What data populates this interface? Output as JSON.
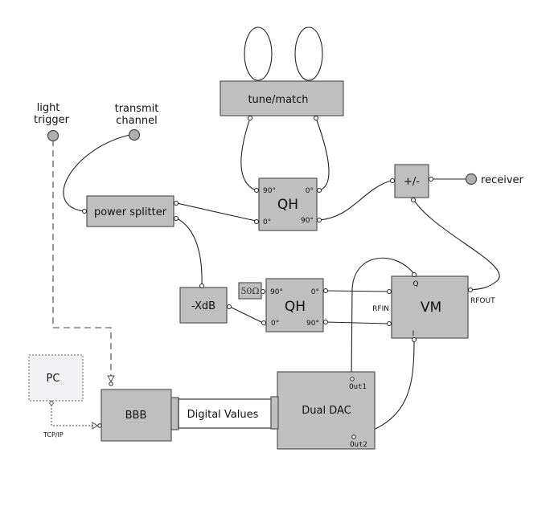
{
  "diagram": {
    "title": "",
    "blocks": {
      "tune_match": "tune/match",
      "qh_top": "QH",
      "qh_bottom": "QH",
      "power_splitter": "power splitter",
      "plus_minus": "+/-",
      "attenuator": "-XdB",
      "termination": "50Ω",
      "vm": "VM",
      "pc": "PC",
      "bbb": "BBB",
      "dual_dac": "Dual DAC",
      "bus": "Digital Values"
    },
    "terminals": {
      "light_trigger_line1": "light",
      "light_trigger_line2": "trigger",
      "transmit_line1": "transmit",
      "transmit_line2": "channel",
      "receiver": "receiver"
    },
    "ports": {
      "qh_top_in90": "90°",
      "qh_top_in0": "0°",
      "qh_top_out0": "0°",
      "qh_top_out90": "90°",
      "qh_bot_in90": "90°",
      "qh_bot_in0": "0°",
      "qh_bot_out0": "0°",
      "qh_bot_out90": "90°",
      "vm_q": "Q",
      "vm_i": "I",
      "vm_rfin": "RFIN",
      "vm_rfout": "RFOUT",
      "dac_out1": "Out1",
      "dac_out2": "Out2"
    },
    "links": {
      "tcp": "TCP/IP"
    }
  }
}
